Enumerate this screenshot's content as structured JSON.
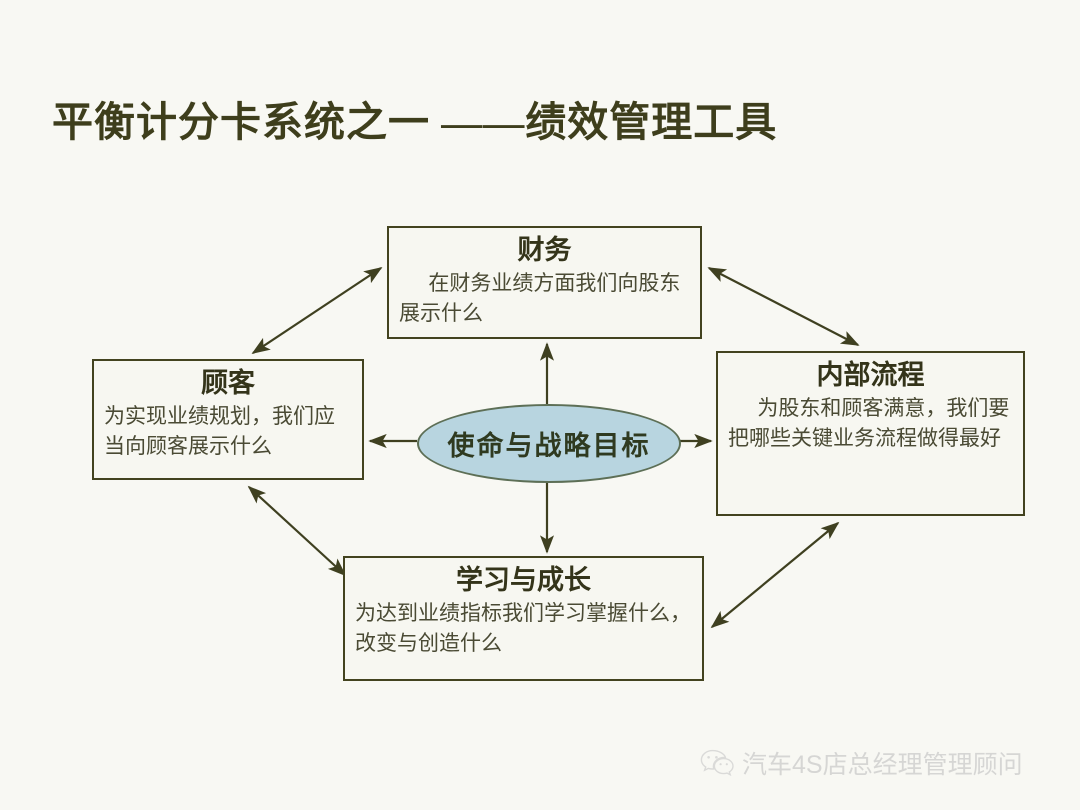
{
  "page": {
    "title": "平衡计分卡系统之一 ——绩效管理工具",
    "background_color": "#f8f8f3",
    "accent_color": "#3e3e1c"
  },
  "diagram": {
    "type": "balanced-scorecard",
    "center": {
      "label": "使命与战略目标",
      "shape": "ellipse",
      "fill_color": "#b8d5e0",
      "border_color": "#5d6f56"
    },
    "boxes": [
      {
        "id": "finance",
        "title": "财务",
        "body": "在财务业绩方面我们向股东展示什么",
        "position": "top"
      },
      {
        "id": "customer",
        "title": "顾客",
        "body": "为实现业绩规划，我们应当向顾客展示什么",
        "position": "left"
      },
      {
        "id": "process",
        "title": "内部流程",
        "body": "为股东和顾客满意，我们要把哪些关键业务流程做得最好",
        "position": "right"
      },
      {
        "id": "learning",
        "title": "学习与成长",
        "body": "为达到业绩指标我们学习掌握什么，改变与创造什么",
        "position": "bottom"
      }
    ],
    "connector_color": "#3f4020",
    "connectors": [
      {
        "from": "center",
        "to": "finance",
        "style": "single-arrow",
        "direction": "up"
      },
      {
        "from": "center",
        "to": "customer",
        "style": "single-arrow",
        "direction": "left"
      },
      {
        "from": "center",
        "to": "process",
        "style": "single-arrow",
        "direction": "right"
      },
      {
        "from": "center",
        "to": "learning",
        "style": "single-arrow",
        "direction": "down"
      },
      {
        "from": "customer",
        "to": "finance",
        "style": "double-arrow",
        "direction": "diagonal"
      },
      {
        "from": "finance",
        "to": "process",
        "style": "double-arrow",
        "direction": "diagonal"
      },
      {
        "from": "customer",
        "to": "learning",
        "style": "double-arrow",
        "direction": "diagonal"
      },
      {
        "from": "learning",
        "to": "process",
        "style": "double-arrow",
        "direction": "diagonal"
      }
    ]
  },
  "footer": {
    "icon": "wechat-icon",
    "text": "汽车4S店总经理管理顾问",
    "text_color": "#c9c9c9"
  }
}
